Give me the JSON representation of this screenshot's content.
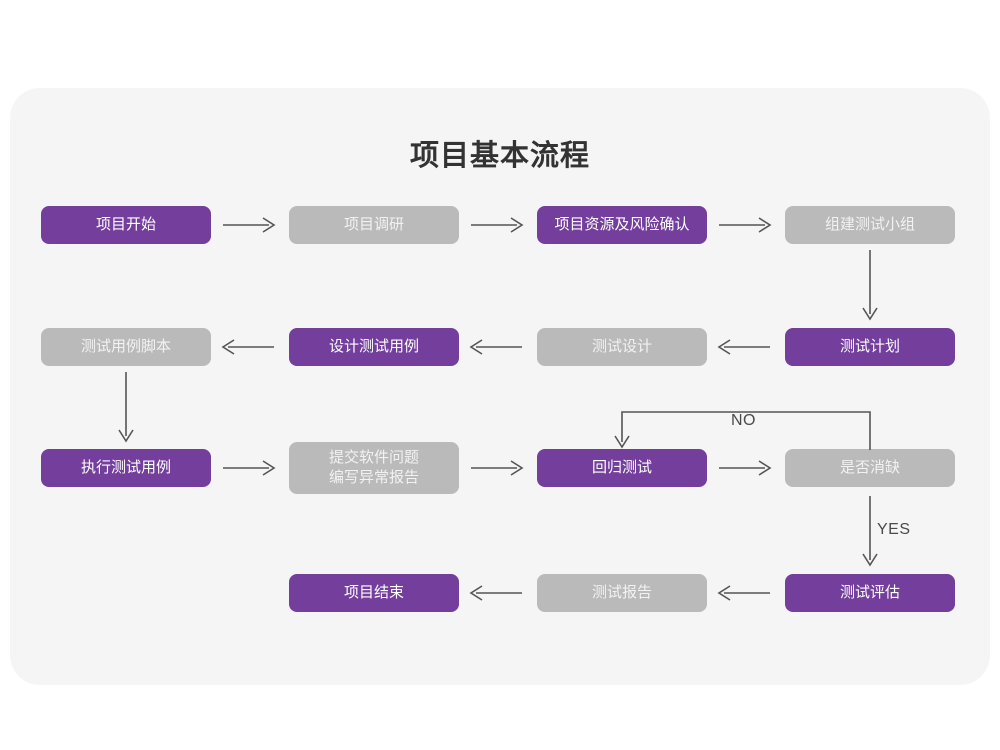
{
  "page": {
    "background": "#ffffff",
    "panel_background": "#f5f5f5"
  },
  "colors": {
    "purple": "#733e9c",
    "gray": "#bababa",
    "purple_text": "#ffffff",
    "gray_text": "#f2f2f2",
    "arrow": "#555555",
    "title_text": "#333333"
  },
  "chart_data": {
    "type": "diagram",
    "diagram_kind": "flowchart",
    "title": "项目基本流程",
    "nodes": [
      {
        "id": "n1",
        "label": "项目开始",
        "style": "purple",
        "row": 1,
        "col": 1
      },
      {
        "id": "n2",
        "label": "项目调研",
        "style": "gray",
        "row": 1,
        "col": 2
      },
      {
        "id": "n3",
        "label": "项目资源及风险确认",
        "style": "purple",
        "row": 1,
        "col": 3
      },
      {
        "id": "n4",
        "label": "组建测试小组",
        "style": "gray",
        "row": 1,
        "col": 4
      },
      {
        "id": "n5",
        "label": "测试用例脚本",
        "style": "gray",
        "row": 2,
        "col": 1
      },
      {
        "id": "n6",
        "label": "设计测试用例",
        "style": "purple",
        "row": 2,
        "col": 2
      },
      {
        "id": "n7",
        "label": "测试设计",
        "style": "gray",
        "row": 2,
        "col": 3
      },
      {
        "id": "n8",
        "label": "测试计划",
        "style": "purple",
        "row": 2,
        "col": 4
      },
      {
        "id": "n9",
        "label": "执行测试用例",
        "style": "purple",
        "row": 3,
        "col": 1
      },
      {
        "id": "n10",
        "label": "提交软件问题\n编写异常报告",
        "style": "gray",
        "row": 3,
        "col": 2
      },
      {
        "id": "n11",
        "label": "回归测试",
        "style": "purple",
        "row": 3,
        "col": 3
      },
      {
        "id": "n12",
        "label": "是否消缺",
        "style": "gray",
        "row": 3,
        "col": 4
      },
      {
        "id": "n13",
        "label": "项目结束",
        "style": "purple",
        "row": 4,
        "col": 2
      },
      {
        "id": "n14",
        "label": "测试报告",
        "style": "gray",
        "row": 4,
        "col": 3
      },
      {
        "id": "n15",
        "label": "测试评估",
        "style": "purple",
        "row": 4,
        "col": 4
      }
    ],
    "edges": [
      {
        "from": "n1",
        "to": "n2",
        "label": "",
        "direction": "right"
      },
      {
        "from": "n2",
        "to": "n3",
        "label": "",
        "direction": "right"
      },
      {
        "from": "n3",
        "to": "n4",
        "label": "",
        "direction": "right"
      },
      {
        "from": "n4",
        "to": "n8",
        "label": "",
        "direction": "down"
      },
      {
        "from": "n8",
        "to": "n7",
        "label": "",
        "direction": "left"
      },
      {
        "from": "n7",
        "to": "n6",
        "label": "",
        "direction": "left"
      },
      {
        "from": "n6",
        "to": "n5",
        "label": "",
        "direction": "left"
      },
      {
        "from": "n5",
        "to": "n9",
        "label": "",
        "direction": "down"
      },
      {
        "from": "n9",
        "to": "n10",
        "label": "",
        "direction": "right"
      },
      {
        "from": "n10",
        "to": "n11",
        "label": "",
        "direction": "right"
      },
      {
        "from": "n11",
        "to": "n12",
        "label": "",
        "direction": "right"
      },
      {
        "from": "n12",
        "to": "n11",
        "label": "NO",
        "direction": "loop-up-left-down"
      },
      {
        "from": "n12",
        "to": "n15",
        "label": "YES",
        "direction": "down"
      },
      {
        "from": "n15",
        "to": "n14",
        "label": "",
        "direction": "left"
      },
      {
        "from": "n14",
        "to": "n13",
        "label": "",
        "direction": "left"
      }
    ],
    "edge_labels": {
      "no": "NO",
      "yes": "YES"
    }
  }
}
